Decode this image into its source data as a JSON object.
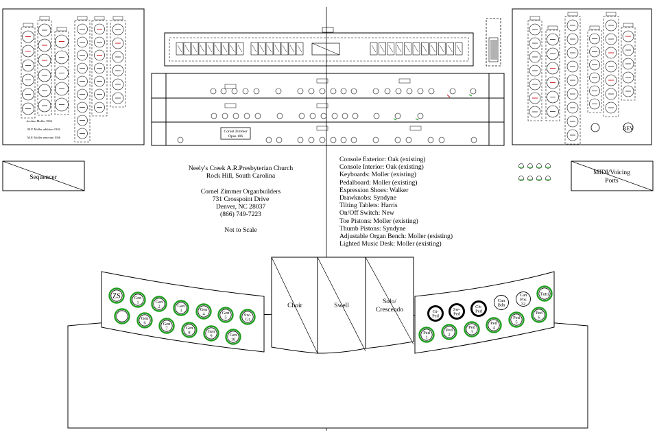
{
  "title_block": {
    "church": "Neely's Creek A.R.Presbyterian Church",
    "location": "Rock Hill, South Carolina",
    "builder": "Cornel Zimmer Organbuilders",
    "street": "731 Crosspoint Drive",
    "city": "Denver, NC  28037",
    "phone": "(866) 749-7223",
    "scale_note": "Not to Scale"
  },
  "specs": [
    "Console Exterior:  Oak (existing)",
    "Console Interior:  Oak (existing)",
    "Keyboards:  Moller (existing)",
    "Pedalboard:  Moller (existing)",
    "Expression Shoes:  Walker",
    "Drawknobs:  Syndyne",
    "Tilting Tablets:  Harris",
    "On/Off Switch:  New",
    "Toe Pistons:  Moller (existing)",
    "Thumb Pistons:  Syndyne",
    "Adjustable Organ Bench:  Moller (existing)",
    "Lighted Music Desk:  Moller (existing)"
  ],
  "boxes": {
    "sequencer": "Sequencer",
    "midi_line1": "MIDI/Voicing",
    "midi_line2": "Ports",
    "nameplate_line1": "Cornel Zimmer",
    "nameplate_line2": "Opus 106"
  },
  "shoes": [
    "Choir",
    "Swell",
    "Solo/",
    "Crescendo"
  ],
  "left_toe_pistons": {
    "zs": "ZS",
    "gen_labels": [
      "Gen\n1",
      "Gen\n2",
      "Gen\n3",
      "Gen\n4",
      "Gen\n5",
      "Gen\n6",
      "Gen\n7",
      "Gen\n8",
      "Gen\n9",
      "Gen\n10"
    ],
    "swell_gt": "Sw-\nGt"
  },
  "right_toe_pistons": {
    "couplers": [
      "Gt-\nPed",
      "Sw-\nPed",
      "Ch-\nPed"
    ],
    "cancel": [
      "Can\nBdn",
      "Can\nPos\n32"
    ],
    "tutti": "Tutti",
    "ped_labels": [
      "Ped\n1",
      "Ped\n2",
      "Ped\n3",
      "Ped\n4",
      "Ped\n5",
      "Ped\n6"
    ]
  },
  "left_jamb_notes": [
    "Aeoline Moller 1936",
    "M.P. Moller addition 1936",
    "M.P. Moller renovate 1956"
  ],
  "right_jamb_label": "REV",
  "colors": {
    "line": "#000000",
    "piston_ring": "#1e9e1e",
    "stop_red": "#d0202a"
  }
}
